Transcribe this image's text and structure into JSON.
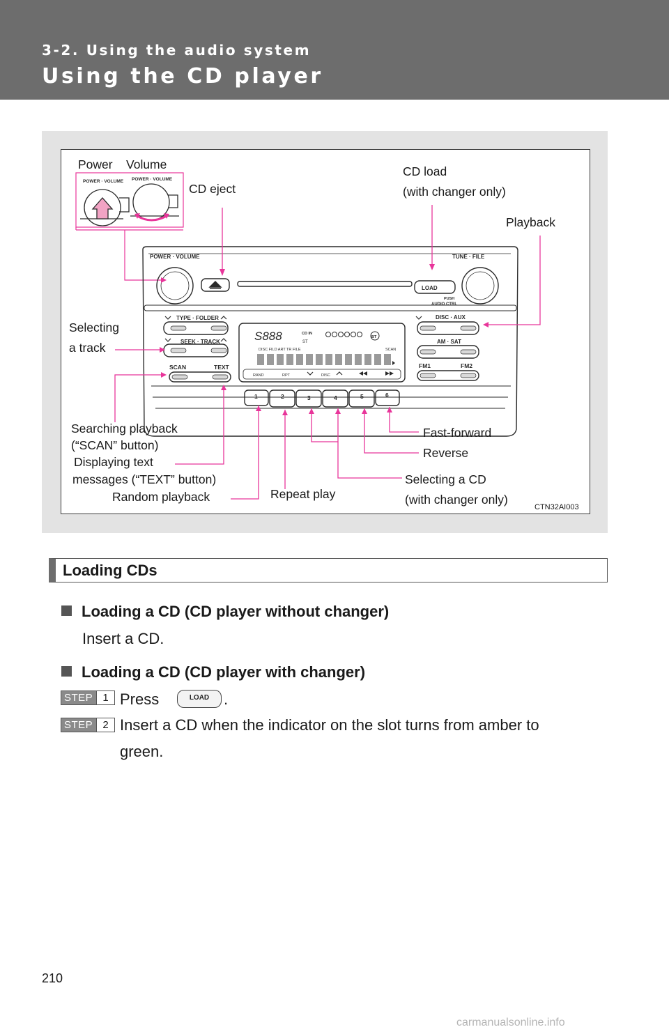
{
  "header": {
    "section": "3-2. Using the audio system",
    "title": "Using the CD player"
  },
  "figure": {
    "callouts": {
      "power": "Power",
      "volume": "Volume",
      "cd_eject": "CD eject",
      "cd_load_1": "CD load",
      "cd_load_2": "(with changer only)",
      "playback": "Playback",
      "selecting_track_1": "Selecting",
      "selecting_track_2": "a track",
      "searching_1": "Searching playback",
      "searching_2": "(“SCAN” button)",
      "displaying_1": "Displaying text",
      "displaying_2": "messages (“TEXT” button)",
      "random": "Random playback",
      "repeat": "Repeat play",
      "fast_forward": "Fast-forward",
      "reverse": "Reverse",
      "selecting_cd_1": "Selecting a CD",
      "selecting_cd_2": "(with changer only)"
    },
    "figure_code": "CTN32AI003",
    "unit_labels": {
      "power_volume": "POWER · VOLUME",
      "tune_file": "TUNE · FILE",
      "load": "LOAD",
      "push": "PUSH",
      "audio_ctrl": "AUDIO CTRL",
      "type_folder": "TYPE · FOLDER",
      "seek_track": "SEEK · TRACK",
      "scan": "SCAN",
      "text": "TEXT",
      "disc_aux": "DISC · AUX",
      "am_sat": "AM · SAT",
      "fm1": "FM1",
      "fm2": "FM2",
      "presets": [
        "1",
        "2",
        "3",
        "4",
        "5",
        "6"
      ],
      "display_digits": "S888",
      "cd_in": "CD IN",
      "st": "ST",
      "bt": "BT",
      "display_row": "DISC      FILD  ART   TR   FILE",
      "scan_small": "SCAN",
      "rand": "RAND",
      "rpt": "RPT",
      "disc_small": "DISC"
    }
  },
  "section": {
    "title": "Loading CDs",
    "item1_title": "Loading a CD (CD player without changer)",
    "item1_text": "Insert a CD.",
    "item2_title": "Loading a CD (CD player with changer)",
    "step_word": "STEP",
    "step1_num": "1",
    "step1_pre": "Press",
    "step1_button": "LOAD",
    "step1_post": ".",
    "step2_num": "2",
    "step2_line1": "Insert a CD when the indicator on the slot turns from amber to",
    "step2_line2": "green."
  },
  "footer": {
    "page_number": "210",
    "watermark": "carmanualsonline.info"
  },
  "colors": {
    "header_gray": "#6d6d6d",
    "figure_bg": "#e3e3e3",
    "callout_magenta": "#e8359a"
  }
}
